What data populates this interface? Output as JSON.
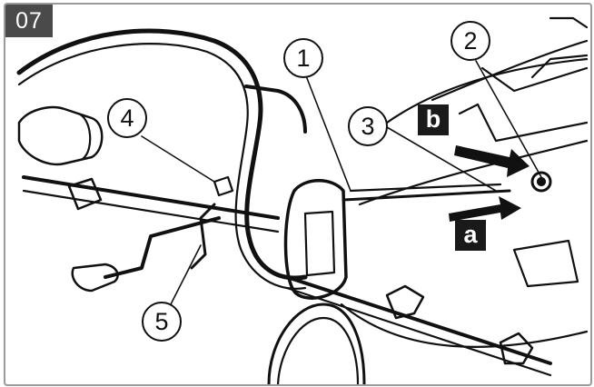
{
  "figure": {
    "step_number": "07",
    "callouts": [
      "1",
      "2",
      "3",
      "4",
      "5"
    ],
    "letter_tags": [
      "a",
      "b"
    ],
    "colors": {
      "line": "#111111",
      "badge": "#4a4a4a",
      "tag": "#1a1a1a",
      "frame": "#9a9a9a"
    }
  }
}
